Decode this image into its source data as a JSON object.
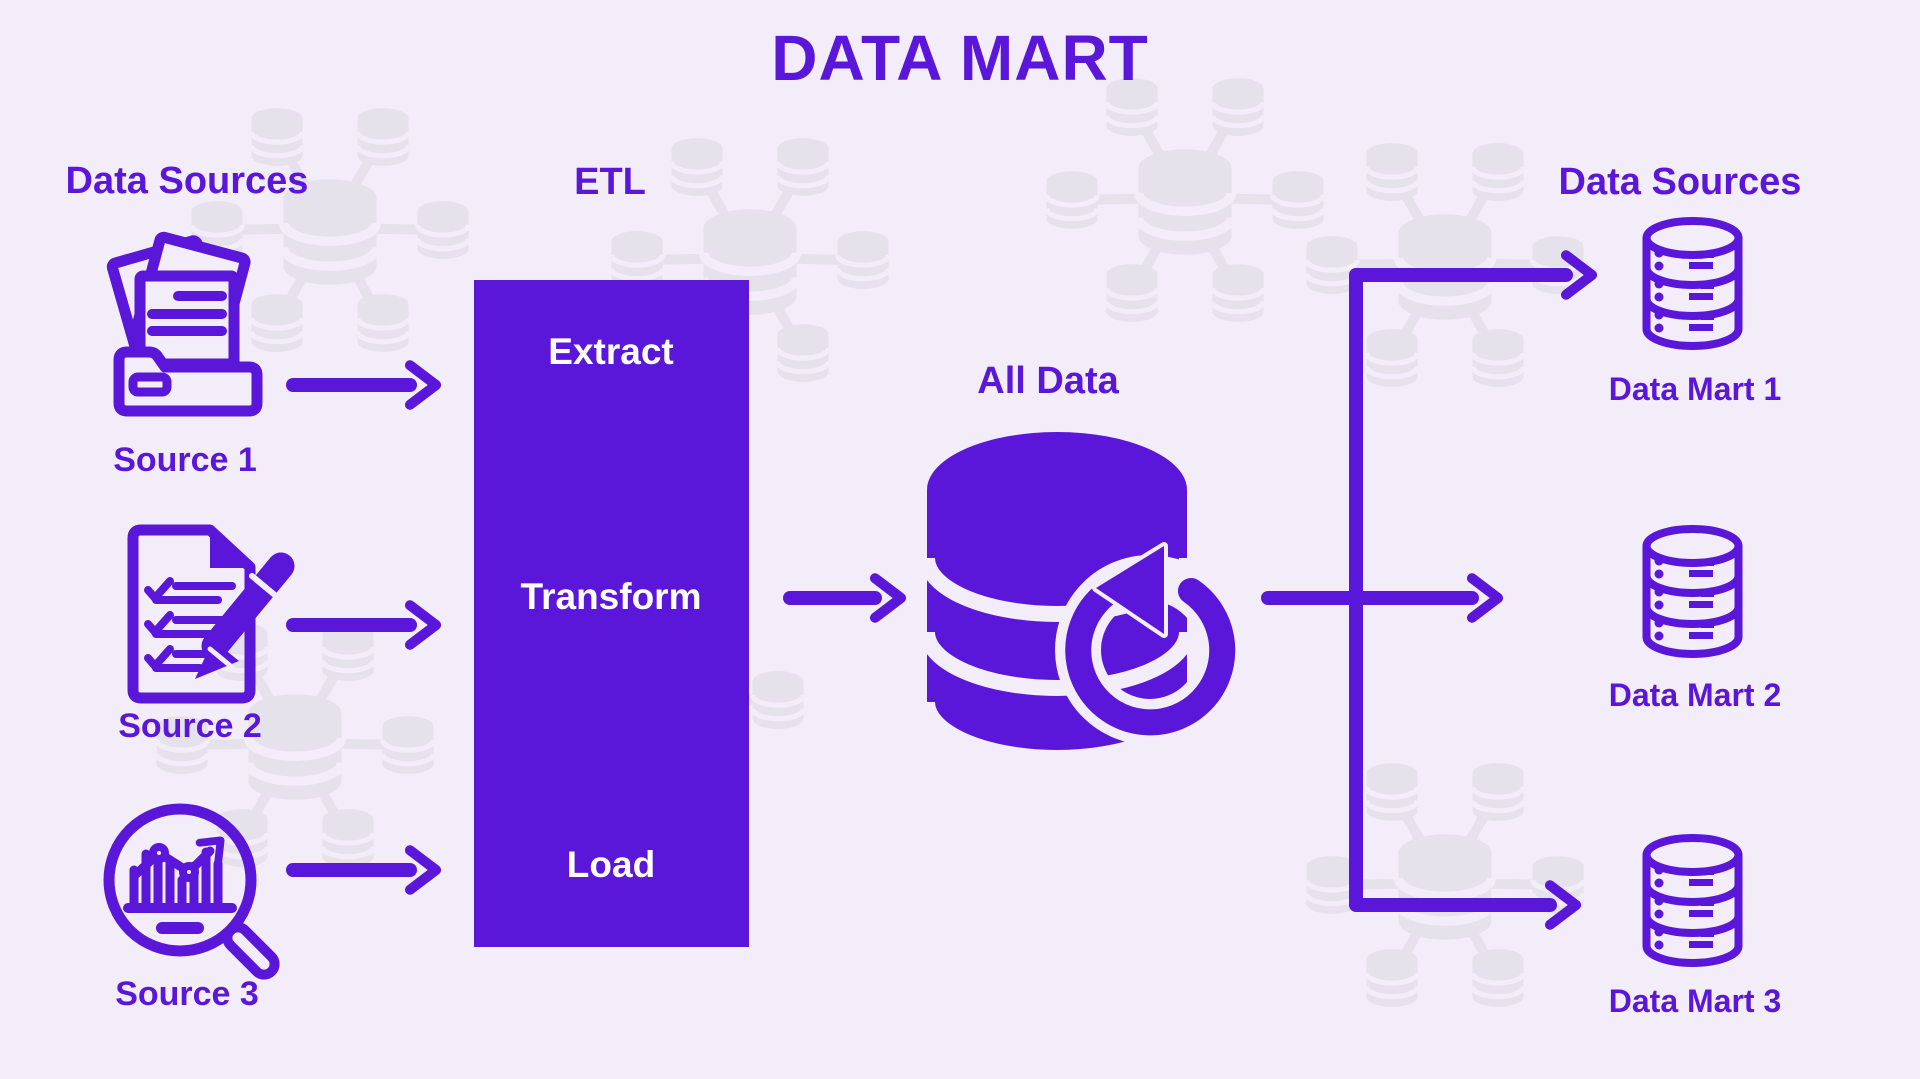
{
  "title": "DATA MART",
  "palette": {
    "purple": "#5a16d9",
    "background": "#f2edf9",
    "watermark": "#e6e2ec",
    "step_text": "#ffffff"
  },
  "left_panel": {
    "heading": "Data Sources",
    "sources": [
      {
        "label": "Source 1",
        "icon": "folder-documents-icon"
      },
      {
        "label": "Source 2",
        "icon": "checklist-pen-icon"
      },
      {
        "label": "Source 3",
        "icon": "magnifier-analytics-icon"
      }
    ]
  },
  "etl": {
    "heading": "ETL",
    "steps": [
      {
        "label": "Extract"
      },
      {
        "label": "Transform"
      },
      {
        "label": "Load"
      }
    ]
  },
  "warehouse": {
    "label": "All Data",
    "icon": "database-refresh-icon"
  },
  "right_panel": {
    "heading": "Data Sources",
    "marts": [
      {
        "label": "Data Mart 1",
        "icon": "database-stack-icon"
      },
      {
        "label": "Data Mart 2",
        "icon": "database-stack-icon"
      },
      {
        "label": "Data Mart 3",
        "icon": "database-stack-icon"
      }
    ]
  }
}
